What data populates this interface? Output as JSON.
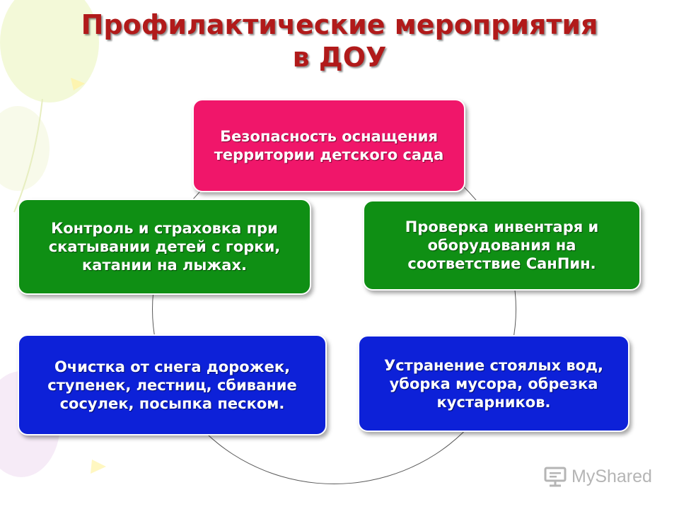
{
  "title": {
    "line1": "Профилактические мероприятия",
    "line2": "в ДОУ"
  },
  "nodes": {
    "top": "Безопасность оснащения территории детского сада",
    "left_mid": "Контроль и страховка при скатывании детей с горки, катании на лыжах.",
    "right_mid": "Проверка инвентаря и оборудования на соответствие СанПин.",
    "left_bot": "Очистка от снега дорожек, ступенек, лестниц, сбивание сосулек, посыпка песком.",
    "right_bot": "Устранение  стоялых вод, уборка мусора, обрезка кустарников."
  },
  "watermark": {
    "text": "MyShared",
    "icon": "presentation-board-icon"
  },
  "colors": {
    "title": "#b11a1a",
    "top_box": "#f0166a",
    "mid_boxes": "#0f8f14",
    "bottom_boxes": "#0d21d8"
  }
}
